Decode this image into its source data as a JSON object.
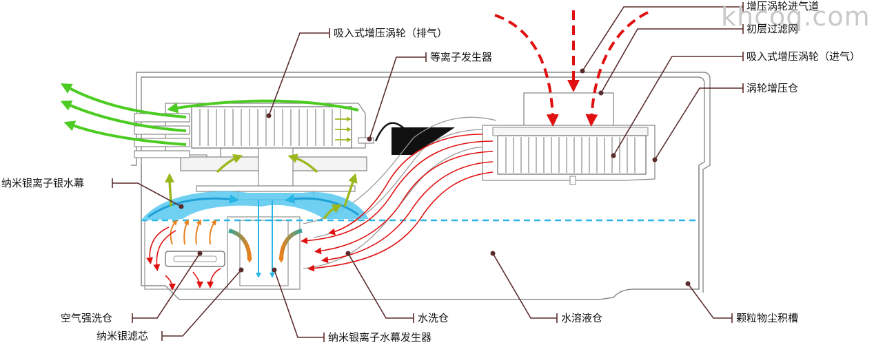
{
  "watermark": "khcoq.com",
  "labels": {
    "intake_duct": "增压涡轮进气道",
    "primary_filter": "初层过滤网",
    "turbo_intake": "吸入式增压涡轮（进气）",
    "turbo_chamber": "涡轮增压仓",
    "turbo_exhaust": "吸入式增压涡轮（排气）",
    "plasma_gen": "等离子发生器",
    "silver_curtain": "纳米银离子银水幕",
    "air_wash": "空气强洗仓",
    "silver_core": "纳米银滤芯",
    "curtain_gen": "纳米银离子水幕发生器",
    "wash_chamber": "水洗仓",
    "solution_chamber": "水溶液仓",
    "dust_tank": "颗粒物尘积槽"
  },
  "colors": {
    "leader": "#5a2a2a",
    "red_flow": "#e01010",
    "green_flow": "#4ccc22",
    "yellow_flow": "#9ab81e",
    "blue_water": "#29b6e6",
    "orange_flow": "#e8801c"
  }
}
